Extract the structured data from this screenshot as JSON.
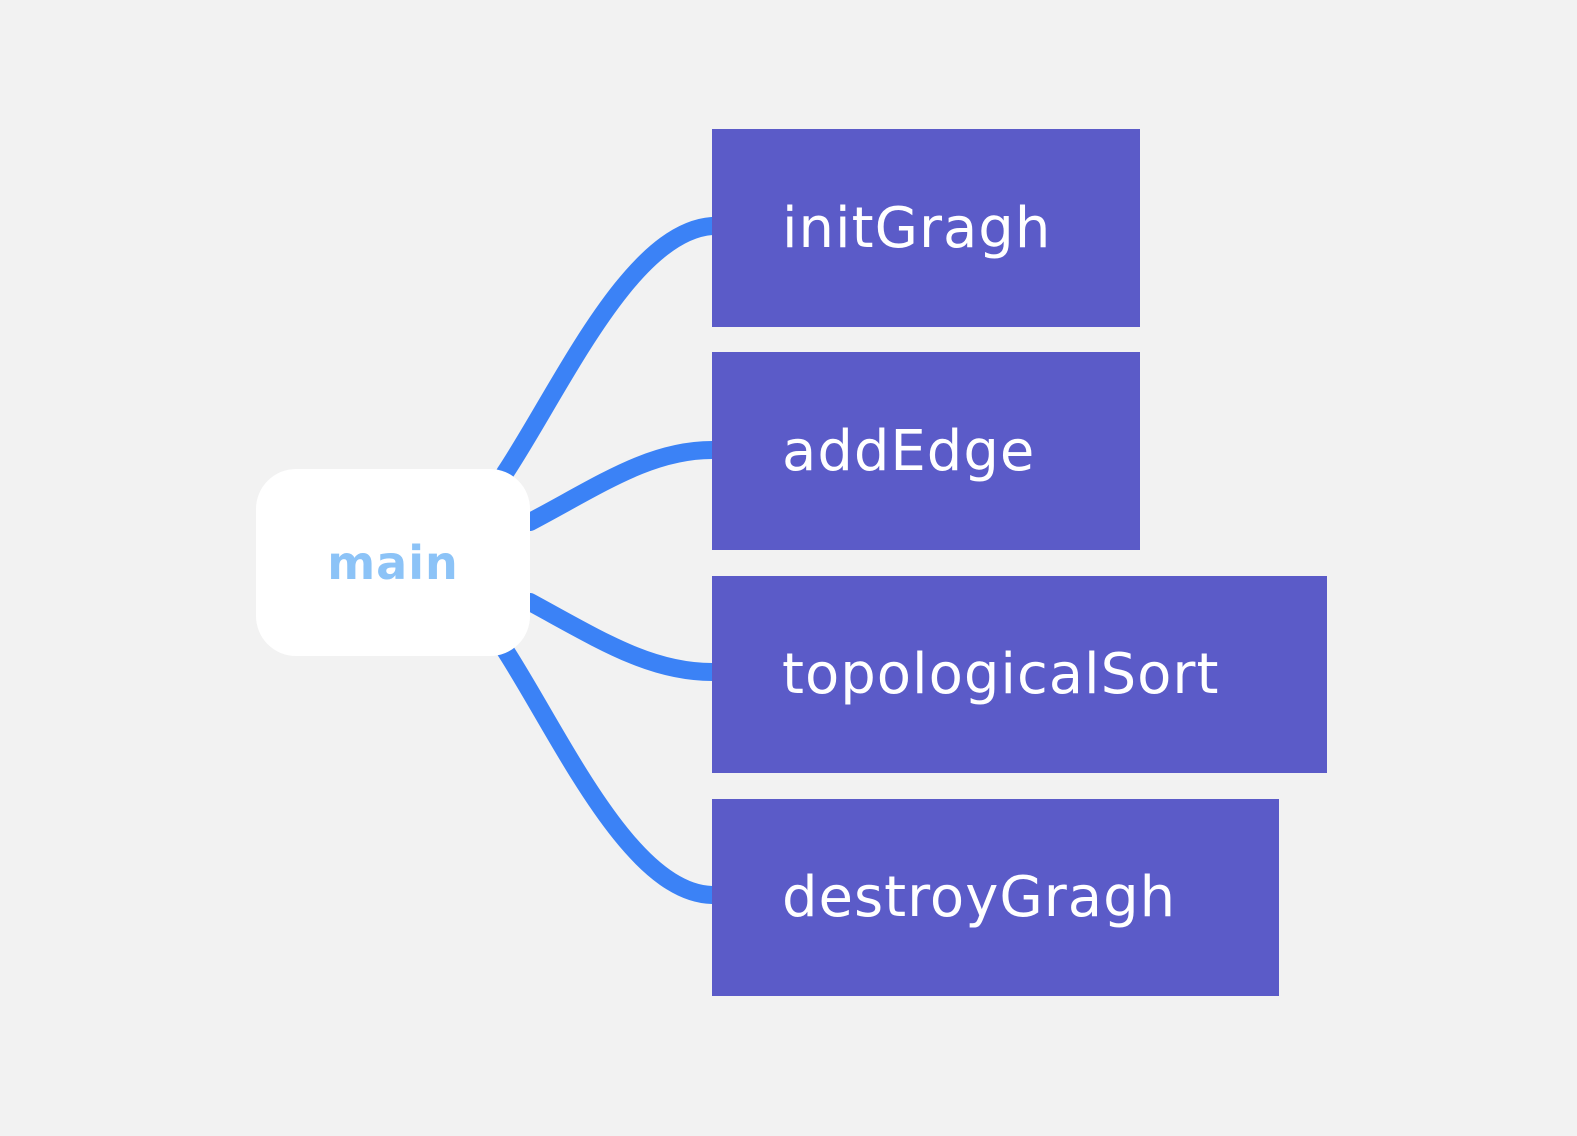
{
  "mindmap": {
    "root": {
      "label": "main"
    },
    "children": [
      {
        "label": "initGragh"
      },
      {
        "label": "addEdge"
      },
      {
        "label": "topologicalSort"
      },
      {
        "label": "destroyGragh"
      }
    ]
  },
  "colors": {
    "background": "#f2f2f2",
    "root_fill": "#ffffff",
    "root_text": "#8cc3f7",
    "child_fill": "#5b5bc8",
    "child_text": "#ffffff",
    "connector": "#3b82f6"
  }
}
